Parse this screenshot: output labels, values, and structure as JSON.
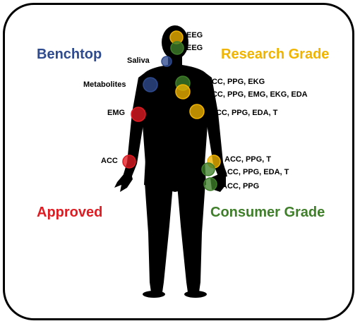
{
  "categories": {
    "benchtop": {
      "label": "Benchtop",
      "color": "#2f4b8f"
    },
    "research": {
      "label": "Research Grade",
      "color": "#f0b400"
    },
    "approved": {
      "label": "Approved",
      "color": "#e01b22"
    },
    "consumer": {
      "label": "Consumer Grade",
      "color": "#3f7f2a"
    }
  },
  "sensor_labels": {
    "eeg_top": "EEG",
    "eeg_bottom": "EEG",
    "saliva": "Saliva",
    "metabolites": "Metabolites",
    "chest_upper": "ACC, PPG, EKG",
    "chest_lower": "ACC, PPG, EMG, EKG, EDA",
    "emg": "EMG",
    "upper_arm": "ACC, PPG, EDA, T",
    "acc": "ACC",
    "wrist_1": "ACC, PPG, T",
    "wrist_2": "ACC, PPG, EDA, T",
    "hand": "ACC, PPG"
  },
  "markers": [
    {
      "id": "head-eeg-top",
      "category": "research"
    },
    {
      "id": "head-eeg-bottom",
      "category": "consumer"
    },
    {
      "id": "mouth-saliva",
      "category": "benchtop"
    },
    {
      "id": "abdomen-metabolites",
      "category": "benchtop"
    },
    {
      "id": "chest-upper",
      "category": "consumer"
    },
    {
      "id": "chest-lower",
      "category": "research"
    },
    {
      "id": "arm-emg",
      "category": "approved"
    },
    {
      "id": "upper-arm",
      "category": "research"
    },
    {
      "id": "forearm-acc",
      "category": "approved"
    },
    {
      "id": "wrist-1",
      "category": "research"
    },
    {
      "id": "wrist-2",
      "category": "consumer"
    },
    {
      "id": "hand",
      "category": "consumer"
    }
  ]
}
